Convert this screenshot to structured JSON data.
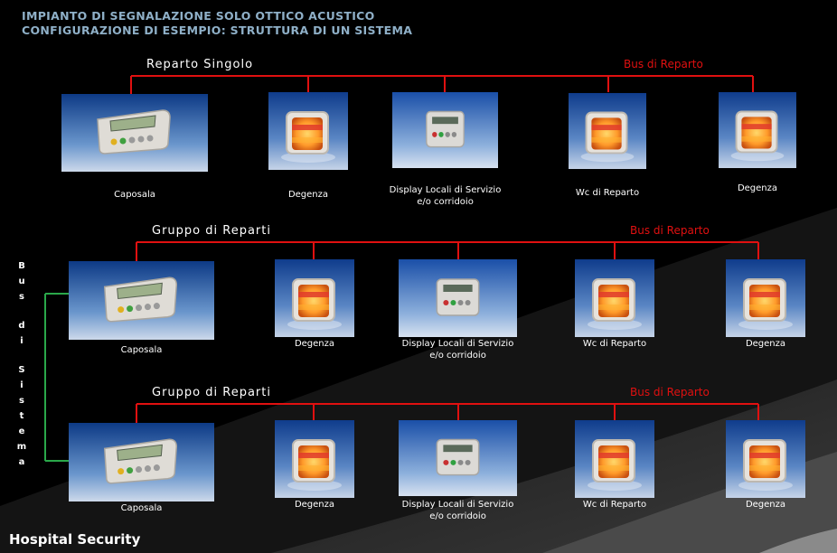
{
  "title_line1": "IMPIANTO DI SEGNALAZIONE  SOLO OTTICO ACUSTICO",
  "title_line2": "CONFIGURAZIONE DI ESEMPIO:  STRUTTURA DI UN SISTEMA",
  "sections": [
    {
      "title": "Reparto Singolo",
      "bus_label": "Bus di Reparto",
      "nodes": [
        {
          "type": "caposala",
          "label": [
            "Caposala"
          ]
        },
        {
          "type": "lamp",
          "label": [
            "Degenza"
          ]
        },
        {
          "type": "display",
          "label": [
            "Display  Locali  di Servizio",
            "e/o corridoio"
          ]
        },
        {
          "type": "lamp",
          "label": [
            "Wc di Reparto"
          ]
        },
        {
          "type": "lamp",
          "label": [
            "Degenza"
          ]
        }
      ]
    },
    {
      "title": "Gruppo di Reparti",
      "bus_label": "Bus di Reparto",
      "nodes": [
        {
          "type": "caposala",
          "label": [
            "Caposala"
          ]
        },
        {
          "type": "lamp",
          "label": [
            "Degenza"
          ]
        },
        {
          "type": "display",
          "label": [
            "Display  Locali  di Servizio",
            "e/o corridoio"
          ]
        },
        {
          "type": "lamp",
          "label": [
            "Wc di Reparto"
          ]
        },
        {
          "type": "lamp",
          "label": [
            "Degenza"
          ]
        }
      ]
    },
    {
      "title": "Gruppo di Reparti",
      "bus_label": "Bus di Reparto",
      "nodes": [
        {
          "type": "caposala",
          "label": [
            "Caposala"
          ]
        },
        {
          "type": "lamp",
          "label": [
            "Degenza"
          ]
        },
        {
          "type": "display",
          "label": [
            "Display  Locali  di Servizio",
            "e/o corridoio"
          ]
        },
        {
          "type": "lamp",
          "label": [
            "Wc di Reparto"
          ]
        },
        {
          "type": "lamp",
          "label": [
            "Degenza"
          ]
        }
      ]
    }
  ],
  "system_bus_letters": [
    "B",
    "u",
    "s",
    "d",
    "i",
    "S",
    "i",
    "s",
    "t",
    "e",
    "m",
    "a"
  ],
  "footer": "Hospital Security",
  "colors": {
    "title": "#8fb0c8",
    "bus_red": "#e01010",
    "system_bus_green": "#2aa84a",
    "text": "#ffffff",
    "background": "#000000"
  }
}
